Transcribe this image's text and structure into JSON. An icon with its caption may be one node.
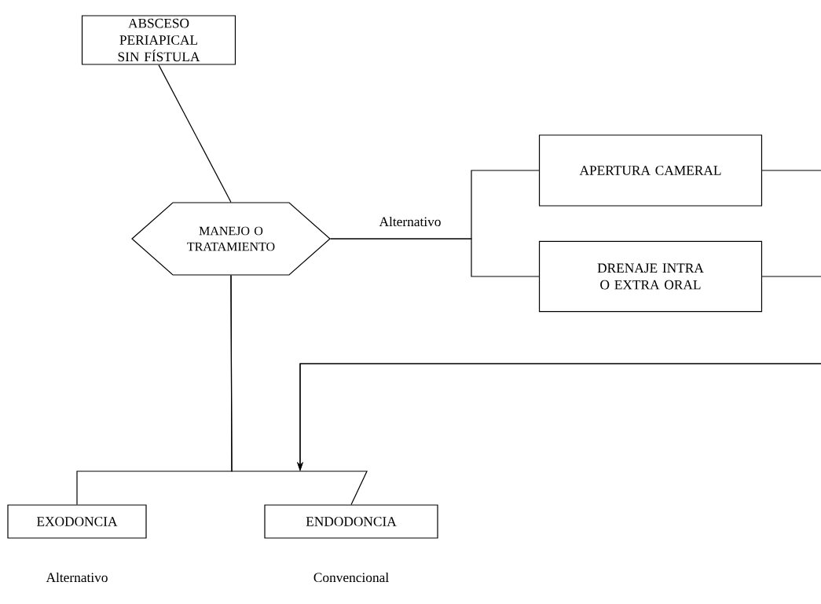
{
  "diagram": {
    "nodes": [
      {
        "text": [
          "ABSCESO PERIAPICAL SIN FÍSTULA"
        ]
      },
      {
        "text": [
          "MANEJO O TRATAMIENTO"
        ]
      },
      {
        "text": [
          "APERTURA CAMERAL"
        ]
      },
      {
        "text": [
          "DRENAJE INTRA O EXTRA ORAL"
        ]
      },
      {
        "text": [
          "EXODONCIA"
        ],
        "beside": [
          "Alternativo"
        ]
      },
      {
        "text": [
          "ENDODONCIA"
        ],
        "beside": [
          "Convencional"
        ]
      }
    ],
    "edges": [
      {
        "from": 0,
        "to": 1,
        "arrow": "none"
      },
      {
        "from": 1,
        "to": 2,
        "arrow": "none",
        "label": "Alternativo"
      },
      {
        "from": 1,
        "to": 3,
        "arrow": "none"
      },
      {
        "from": 1,
        "to": 4,
        "arrow": "none"
      },
      {
        "from": 1,
        "to": 5,
        "arrow": "none"
      },
      {
        "from": 2,
        "to": 5,
        "arrow": "to"
      },
      {
        "from": 3,
        "to": 5,
        "arrow": "to"
      }
    ]
  }
}
